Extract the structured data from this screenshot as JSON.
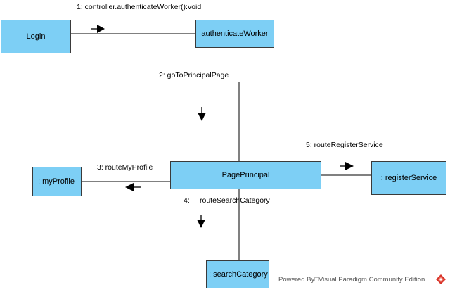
{
  "nodes": {
    "login": "Login",
    "authenticate_worker": "authenticateWorker",
    "page_principal": "PagePrincipal",
    "my_profile": ": myProfile",
    "register_service": ": registerService",
    "search_category": ": searchCategory"
  },
  "messages": {
    "m1": "1: controller.authenticateWorker():void",
    "m2": "2: goToPrincipalPage",
    "m3": "3: routeMyProfile",
    "m4_number": "4:",
    "m4_name": "routeSearchCategory",
    "m5": "5: routeRegisterService"
  },
  "footer": {
    "text": "Powered By□Visual Paradigm Community Edition",
    "logo_icon": "visual-paradigm-logo-icon"
  },
  "colors": {
    "node_fill": "#7dcff5",
    "node_border": "#3a3a3a",
    "line": "#000000",
    "logo": "#d9362b"
  }
}
